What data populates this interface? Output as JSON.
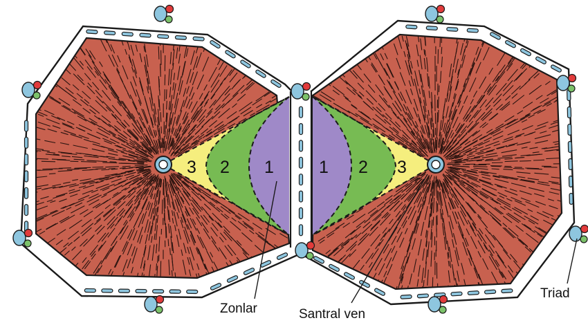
{
  "diagram": {
    "labels": {
      "zones": "Zonlar",
      "central_vein": "Santral ven",
      "triad": "Triad"
    },
    "zone_numbers": {
      "left": [
        "3",
        "2",
        "1"
      ],
      "right": [
        "1",
        "2",
        "3"
      ]
    },
    "colors": {
      "parenchyma": "#c8614f",
      "zone_3": "#f5ee7e",
      "zone_2": "#77bb53",
      "zone_1": "#9f89c8",
      "septum": "#ffffff",
      "vessel_blue": "#8ec6df",
      "vessel_red": "#e23b3b",
      "vessel_green": "#7cc26a",
      "outline": "#1a1a1a"
    }
  }
}
